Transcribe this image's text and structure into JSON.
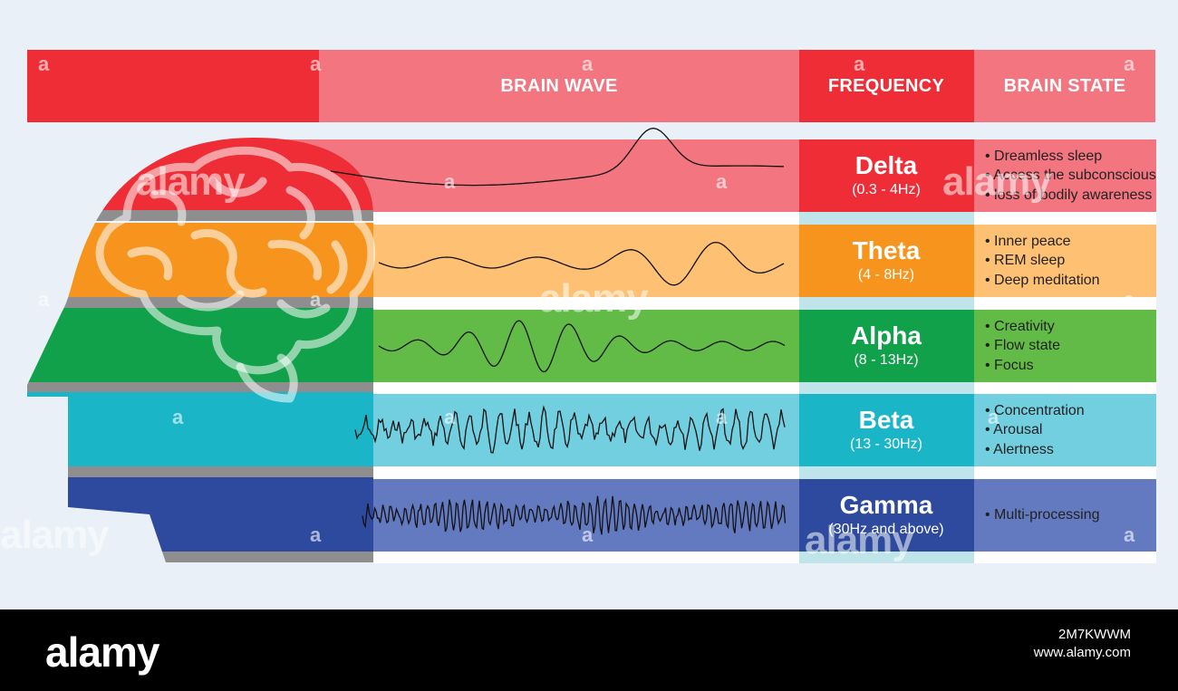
{
  "header": {
    "brain_wave": "BRAIN WAVE",
    "frequency": "FREQUENCY",
    "brain_state": "BRAIN STATE",
    "colors": {
      "left": "#ee2d36",
      "wave": "#f37580",
      "freq": "#ee2d36",
      "state": "#f37580"
    }
  },
  "waves": [
    {
      "name": "Delta",
      "range": "(0.3 - 4Hz)",
      "states": [
        "• Dreamless sleep",
        "• Access the subconscious",
        "• loss of bodily awareness"
      ],
      "colors": {
        "head": "#ee2d36",
        "wave": "#f37580",
        "freq": "#ee2d36",
        "state": "#f37580"
      }
    },
    {
      "name": "Theta",
      "range": "(4 - 8Hz)",
      "states": [
        "• Inner peace",
        "• REM sleep",
        "• Deep meditation"
      ],
      "colors": {
        "head": "#f7941d",
        "wave": "#fec072",
        "freq": "#f7941d",
        "state": "#fec072"
      }
    },
    {
      "name": "Alpha",
      "range": "(8 - 13Hz)",
      "states": [
        "• Creativity",
        "• Flow state",
        "• Focus"
      ],
      "colors": {
        "head": "#12a14b",
        "wave": "#63bb47",
        "freq": "#12a14b",
        "state": "#63bb47"
      }
    },
    {
      "name": "Beta",
      "range": "(13 - 30Hz)",
      "states": [
        "• Concentration",
        "• Arousal",
        "• Alertness"
      ],
      "colors": {
        "head": "#1bb5c8",
        "wave": "#72cfe0",
        "freq": "#1bb5c8",
        "state": "#72cfe0"
      }
    },
    {
      "name": "Gamma",
      "range": "(30Hz and above)",
      "states": [
        "• Multi-processing"
      ],
      "colors": {
        "head": "#2e4a9e",
        "wave": "#6379c0",
        "freq": "#2e4a9e",
        "state": "#6379c0"
      }
    }
  ],
  "watermark": {
    "brand": "alamy",
    "letter": "a"
  },
  "footer": {
    "brand": "alamy",
    "image_id": "2M7KWWM",
    "site": "www.alamy.com"
  }
}
